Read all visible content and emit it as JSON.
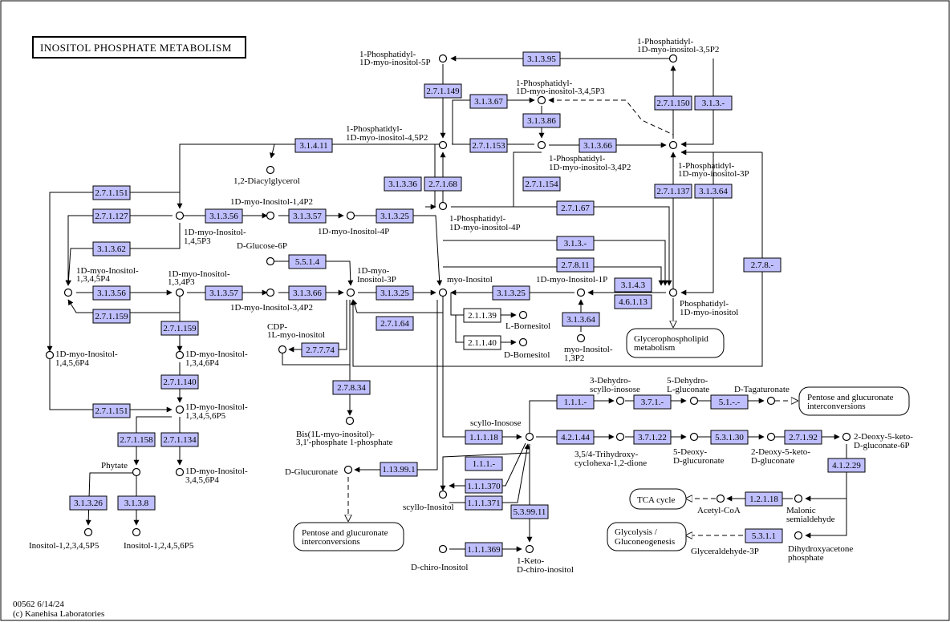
{
  "title": "INOSITOL PHOSPHATE METABOLISM",
  "footer": {
    "map_id": "00562 6/14/24",
    "copyright": "(c) Kanehisa Laboratories"
  },
  "enzymes": {
    "e3_1_3_95": "3.1.3.95",
    "e2_7_1_149": "2.7.1.149",
    "e3_1_3_67": "3.1.3.67",
    "e3_1_3_86": "3.1.3.86",
    "e2_7_1_150": "2.7.1.150",
    "e3_1_3_x_top": "3.1.3.-",
    "e3_1_4_11": "3.1.4.11",
    "e2_7_1_153": "2.7.1.153",
    "e3_1_3_66_top": "3.1.3.66",
    "e3_1_3_36": "3.1.3.36",
    "e2_7_1_68": "2.7.1.68",
    "e2_7_1_154": "2.7.1.154",
    "e2_7_1_137": "2.7.1.137",
    "e3_1_3_64_top": "3.1.3.64",
    "e2_7_1_151_a": "2.7.1.151",
    "e2_7_1_127": "2.7.1.127",
    "e3_1_3_56_top": "3.1.3.56",
    "e3_1_3_57_top": "3.1.3.57",
    "e3_1_3_25_top": "3.1.3.25",
    "e2_7_1_67": "2.7.1.67",
    "e3_1_3_62": "3.1.3.62",
    "e3_1_3_x_mid": "3.1.3.-",
    "e2_7_8_x": "2.7.8.-",
    "e5_5_1_4": "5.5.1.4",
    "e2_7_8_11": "2.7.8.11",
    "e3_1_3_56_mid": "3.1.3.56",
    "e3_1_3_57_mid": "3.1.3.57",
    "e3_1_3_66_mid": "3.1.3.66",
    "e3_1_3_25_mid": "3.1.3.25",
    "e3_1_3_25_right": "3.1.3.25",
    "e3_1_4_3": "3.1.4.3",
    "e4_6_1_13": "4.6.1.13",
    "e2_7_1_159_a": "2.7.1.159",
    "e2_1_1_39": "2.1.1.39",
    "e2_7_1_64": "2.7.1.64",
    "e3_1_3_64_mid": "3.1.3.64",
    "e2_7_1_159_b": "2.7.1.159",
    "e2_1_1_40": "2.1.1.40",
    "e2_7_7_74": "2.7.7.74",
    "e2_7_1_140": "2.7.1.140",
    "e2_7_8_34": "2.7.8.34",
    "e1_1_1_x_top": "1.1.1.-",
    "e3_7_1_x": "3.7.1.-",
    "e5_1_x_x": "5.1.-.-",
    "e2_7_1_151_b": "2.7.1.151",
    "e2_7_1_158": "2.7.1.158",
    "e2_7_1_134": "2.7.1.134",
    "e1_1_1_18": "1.1.1.18",
    "e4_2_1_44": "4.2.1.44",
    "e3_7_1_22": "3.7.1.22",
    "e5_3_1_30": "5.3.1.30",
    "e2_7_1_92": "2.7.1.92",
    "e1_13_99_1": "1.13.99.1",
    "e1_1_1_x_mid": "1.1.1.-",
    "e4_1_2_29": "4.1.2.29",
    "e1_1_1_370": "1.1.1.370",
    "e1_1_1_371": "1.1.1.371",
    "e3_1_3_26": "3.1.3.26",
    "e3_1_3_8": "3.1.3.8",
    "e5_3_99_11": "5.3.99.11",
    "e1_2_1_18": "1.2.1.18",
    "e5_3_1_1": "5.3.1.1",
    "e1_1_1_369": "1.1.1.369"
  },
  "compounds": {
    "pi5p": [
      "1-Phosphatidyl-",
      "1D-myo-inositol-5P"
    ],
    "pi35p2": [
      "1-Phosphatidyl-",
      "1D-myo-inositol-3,5P2"
    ],
    "pip3": [
      "1-Phosphatidyl-",
      "1D-myo-inositol-3,4,5P3"
    ],
    "pi45p2": [
      "1-Phosphatidyl-",
      "1D-myo-inositol-4,5P2"
    ],
    "pi34p2": [
      "1-Phosphatidyl-",
      "1D-myo-inositol-3,4P2"
    ],
    "pi3p": [
      "1-Phosphatidyl-",
      "1D-myo-inositol-3P"
    ],
    "dag": [
      "1,2-Diacylglycerol"
    ],
    "ip2_14": [
      "1D-myo-Inositol-1,4P2"
    ],
    "ip4p": [
      "1D-myo-Inositol-4P"
    ],
    "ip3_145": [
      "1D-myo-Inositol-",
      "1,4,5P3"
    ],
    "pi4p": [
      "1-Phosphatidyl-",
      "1D-myo-inositol-4P"
    ],
    "glucose6p": [
      "D-Glucose-6P"
    ],
    "ip4_1345": [
      "1D-myo-Inositol-",
      "1,3,4,5P4"
    ],
    "ip3_134": [
      "1D-myo-Inositol-",
      "1,3,4P3"
    ],
    "ip2_34": [
      "1D-myo-Inositol-3,4P2"
    ],
    "ip_3p": [
      "1D-myo-",
      "Inositol-3P"
    ],
    "myoinositol": [
      "myo-Inositol"
    ],
    "ip_1p": [
      "1D-myo-Inositol-1P"
    ],
    "pi": [
      "Phosphatidyl-",
      "1D-myo-inositol"
    ],
    "l_bornesitol": [
      "L-Bornesitol"
    ],
    "d_bornesitol": [
      "D-Bornesitol"
    ],
    "cdp_inositol": [
      "CDP-",
      "1L-myo-inositol"
    ],
    "ip2_13": [
      "myo-Inositol-",
      "1,3P2"
    ],
    "ip4_1456": [
      "1D-myo-Inositol-",
      "1,4,5,6P4"
    ],
    "ip4_1346": [
      "1D-myo-Inositol-",
      "1,3,4,6P4"
    ],
    "bis_inositol": [
      "Bis(1L-myo-inositol)-",
      "3,1'-phosphate 1-phosphate"
    ],
    "dehydro_scyllo": [
      "3-Dehydro-",
      "scyllo-inosose"
    ],
    "dehydro_gluconate": [
      "5-Dehydro-",
      "L-gluconate"
    ],
    "tagaturonate": [
      "D-Tagaturonate"
    ],
    "ip5_13456": [
      "1D-myo-Inositol-",
      "1,3,4,5,6P5"
    ],
    "scyllo_inosose": [
      "scyllo-Inosose"
    ],
    "trihydroxy": [
      "3,5/4-Trihydroxy-",
      "cyclohexa-1,2-dione"
    ],
    "deoxy_gluconate": [
      "5-Deoxy-",
      "D-glucuronate"
    ],
    "deoxy_keto": [
      "2-Deoxy-5-keto-",
      "D-gluconate"
    ],
    "deoxy_keto_6p": [
      "2-Deoxy-5-keto-",
      "D-gluconate-6P"
    ],
    "phytate": [
      "Phytate"
    ],
    "ip4_3456": [
      "1D-myo-Inositol-",
      "3,4,5,6P4"
    ],
    "d_glucuronate": [
      "D-Glucuronate"
    ],
    "scyllo_inositol": [
      "scyllo-Inositol"
    ],
    "acetyl_coa": [
      "Acetyl-CoA"
    ],
    "malonic": [
      "Malonic",
      "semialdehyde"
    ],
    "ip5_12345": [
      "Inositol-1,2,3,4,5P5"
    ],
    "ip5_12456": [
      "Inositol-1,2,4,5,6P5"
    ],
    "glyceraldehyde": [
      "Glyceraldehyde-3P"
    ],
    "dhap": [
      "Dihydroxyacetone",
      "phosphate"
    ],
    "d_chiro": [
      "D-chiro-Inositol"
    ],
    "keto_chiro": [
      "1-Keto-",
      "D-chiro-inositol"
    ]
  },
  "pathway_links": {
    "glycerophospholipid": [
      "Glycerophospholipid",
      "metabolism"
    ],
    "pentose_right": [
      "Pentose and glucuronate",
      "interconversions"
    ],
    "pentose_bottom": [
      "Pentose and glucuronate",
      "interconversions"
    ],
    "tca": [
      "TCA cycle"
    ],
    "glycolysis": [
      "Glycolysis /",
      "Gluconeogenesis"
    ]
  }
}
